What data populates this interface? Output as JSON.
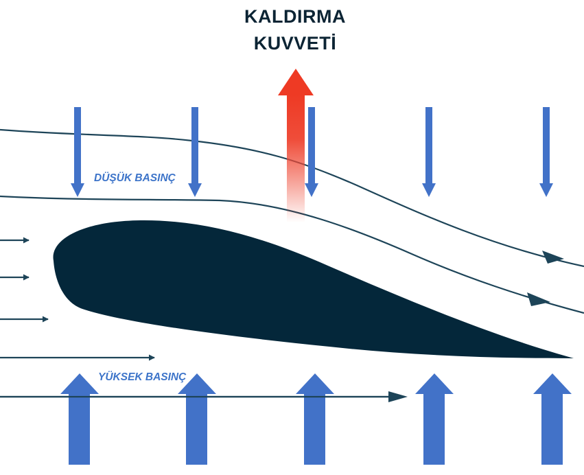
{
  "title": {
    "line1": "KALDIRMA",
    "line2": "KUVVETİ"
  },
  "labels": {
    "low_pressure": "DÜŞÜK BASINÇ",
    "high_pressure": "YÜKSEK BASINÇ"
  },
  "colors": {
    "airfoil": "#04273a",
    "streamline": "#1d4458",
    "pressure_arrow": "#4272c8",
    "lift_arrow": "#ee3a24",
    "label": "#3d74c9",
    "title": "#0c2434"
  }
}
